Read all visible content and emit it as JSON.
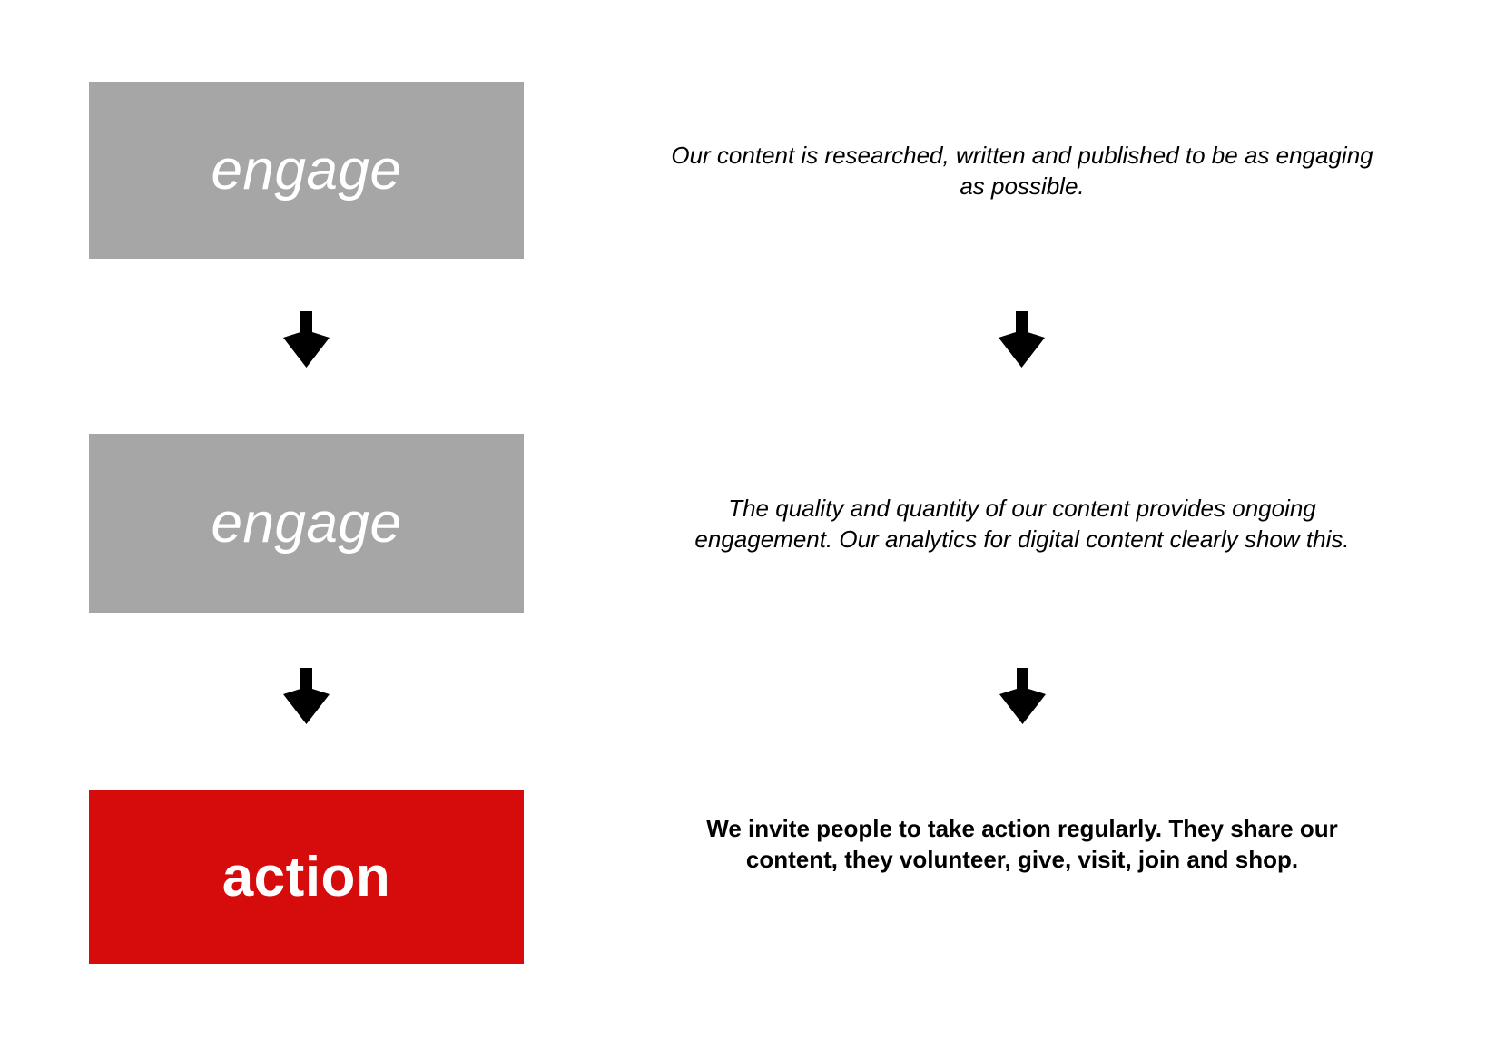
{
  "colors": {
    "background": "#FFFFFF",
    "gray_box": "#A6A6A6",
    "red_box": "#D60C0C",
    "box_label": "#FFFFFF",
    "arrow": "#000000",
    "description_text": "#000000"
  },
  "flow": {
    "steps": [
      {
        "label": "engage",
        "box_color": "#A6A6A6",
        "description_lines": [
          "Our content is researched, written and published to be as engaging",
          "as possible."
        ]
      },
      {
        "label": "engage",
        "box_color": "#A6A6A6",
        "description_lines": [
          "The quality and quantity of our content provides ongoing",
          "engagement. Our analytics for digital content clearly show this."
        ]
      },
      {
        "label": "action",
        "box_color": "#D60C0C",
        "description_lines": [
          "We invite people to take action regularly. They share our",
          "content, they volunteer, give, visit, join and shop."
        ]
      }
    ],
    "arrow_icon": "down-arrow"
  }
}
